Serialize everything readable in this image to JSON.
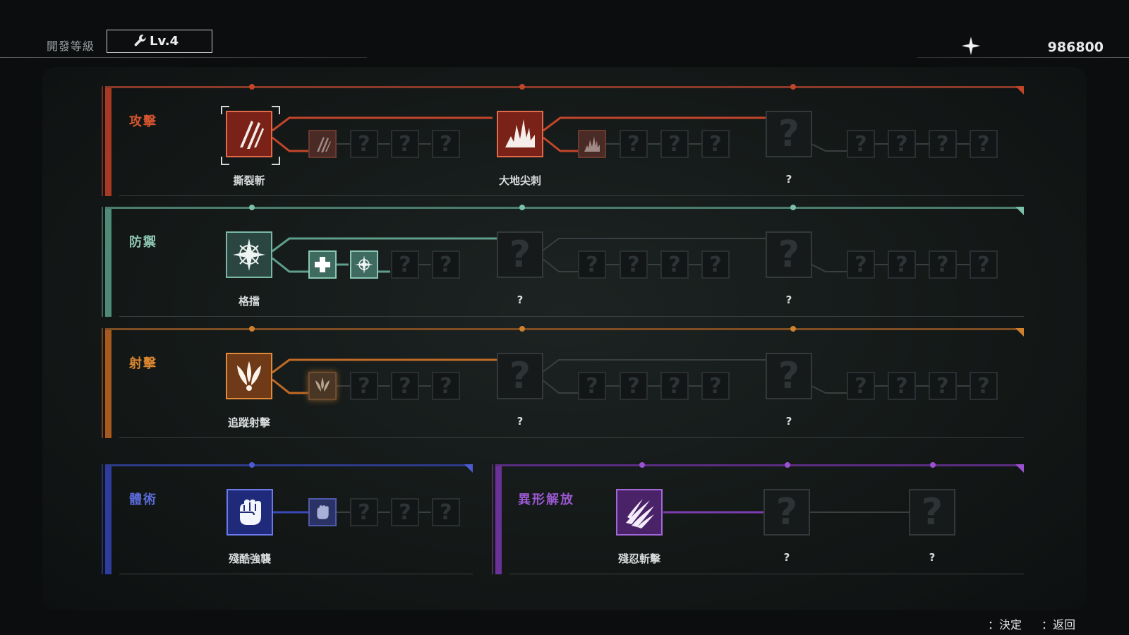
{
  "header": {
    "dev_level_label": "開發等級",
    "dev_level_value": "Lv.4",
    "points": "986800"
  },
  "colors": {
    "attack": "#c2452a",
    "defense": "#5f9e8a",
    "shooting": "#c06a25",
    "melee": "#3a48b8",
    "alien": "#7d3cb0"
  },
  "tree": {
    "attack": {
      "label": "攻擊",
      "skills": [
        {
          "name": "撕裂斬",
          "icon": "claw-slash-icon"
        },
        {
          "name": "大地尖刺",
          "icon": "ground-spike-icon"
        },
        {
          "name": "?",
          "icon": "question-mark-icon"
        }
      ]
    },
    "defense": {
      "label": "防禦",
      "skills": [
        {
          "name": "格擋",
          "icon": "parry-compass-icon"
        },
        {
          "name": "?",
          "icon": "question-mark-icon"
        },
        {
          "name": "?",
          "icon": "question-mark-icon"
        }
      ]
    },
    "shooting": {
      "label": "射擊",
      "skills": [
        {
          "name": "追蹤射擊",
          "icon": "homing-shot-icon"
        },
        {
          "name": "?",
          "icon": "question-mark-icon"
        },
        {
          "name": "?",
          "icon": "question-mark-icon"
        }
      ]
    },
    "melee": {
      "label": "體術",
      "skills": [
        {
          "name": "殘酷強襲",
          "icon": "fist-icon"
        }
      ]
    },
    "alien": {
      "label": "異形解放",
      "skills": [
        {
          "name": "殘忍斬擊",
          "icon": "alien-claw-icon"
        },
        {
          "name": "?",
          "icon": "question-mark-icon"
        },
        {
          "name": "?",
          "icon": "question-mark-icon"
        }
      ]
    }
  },
  "footer": {
    "confirm": "：決定",
    "back": "：返回"
  },
  "glyphs": {
    "question": "?",
    "wrench": "🔧",
    "star": "✦",
    "plus": "✚",
    "compass": "✵",
    "claw": "⫽",
    "spike": "♆",
    "homing": "ψ",
    "fist": "✊"
  }
}
